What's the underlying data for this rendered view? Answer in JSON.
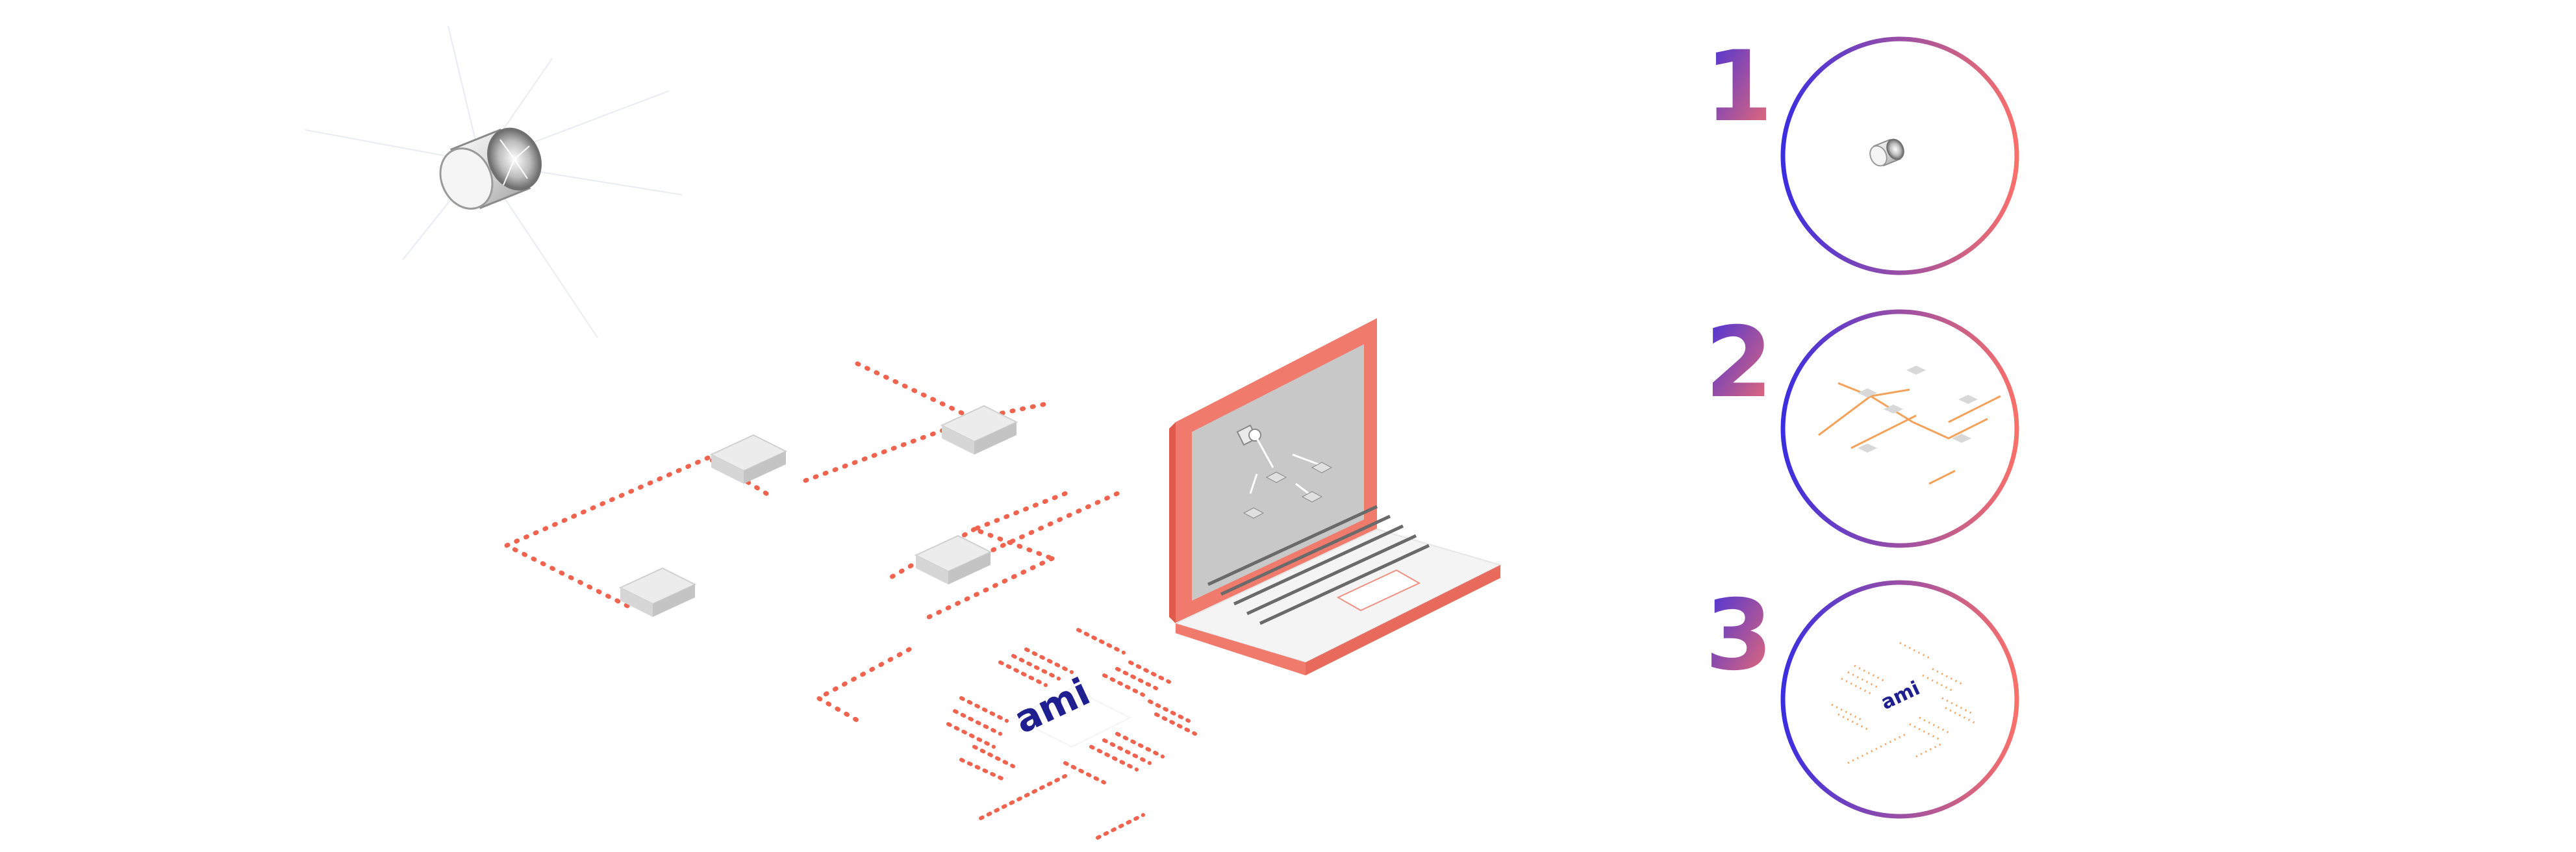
{
  "steps": [
    {
      "number": "1",
      "icon": "camera-icon"
    },
    {
      "number": "2",
      "icon": "network-diagram-icon"
    },
    {
      "number": "3",
      "icon": "ami-chip-icon"
    }
  ],
  "logo": {
    "text": "ami"
  },
  "colors": {
    "coral": "#f07a6c",
    "dots": "#f0644f",
    "step_gradient_start": "#3b2ee0",
    "step_gradient_end": "#f9706a",
    "orange_line": "#f4a25a",
    "logo_navy": "#1f1f8f",
    "screen_gray": "#c8c8c8",
    "box_gray": "#dcdcdc"
  }
}
